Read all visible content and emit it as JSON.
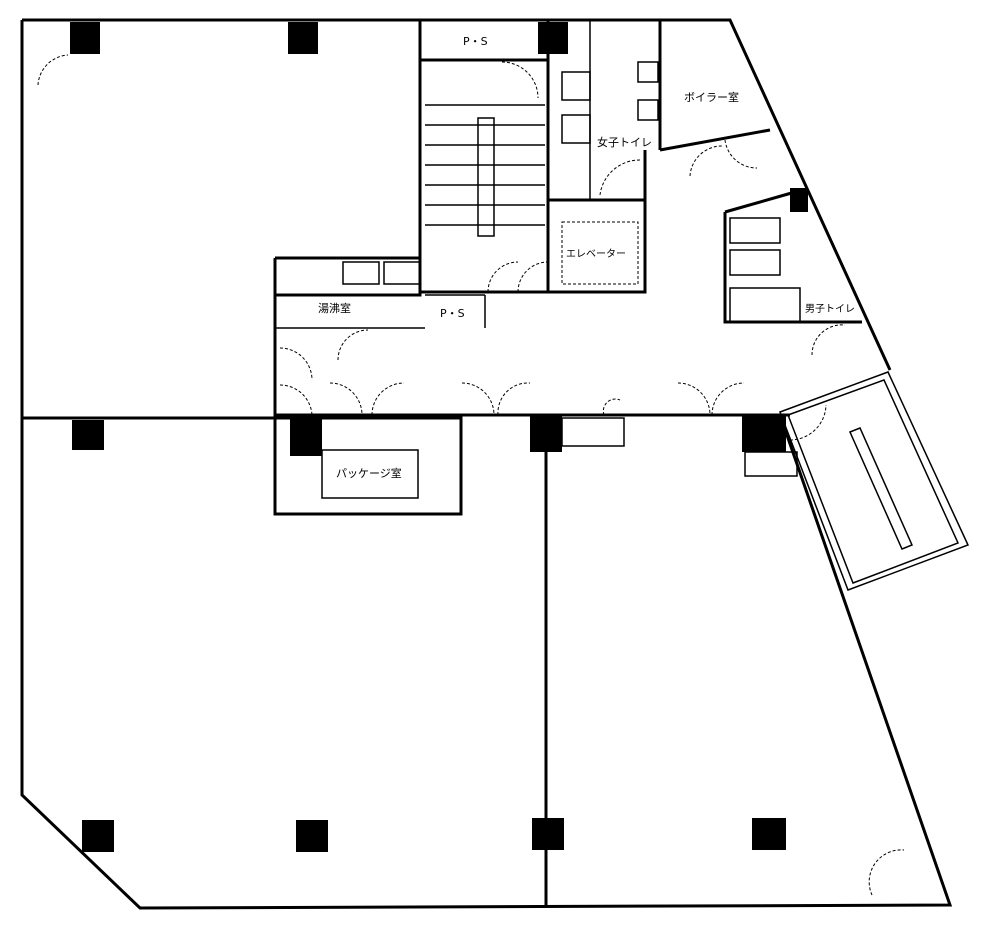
{
  "rooms": {
    "ps_top": "P・S",
    "boiler": "ボイラー室",
    "womens_toilet": "女子トイレ",
    "elevator": "エレベーター",
    "kitchenette": "湯沸室",
    "ps_mid": "P・S",
    "mens_toilet": "男子トイレ",
    "package_room": "パッケージ室"
  }
}
